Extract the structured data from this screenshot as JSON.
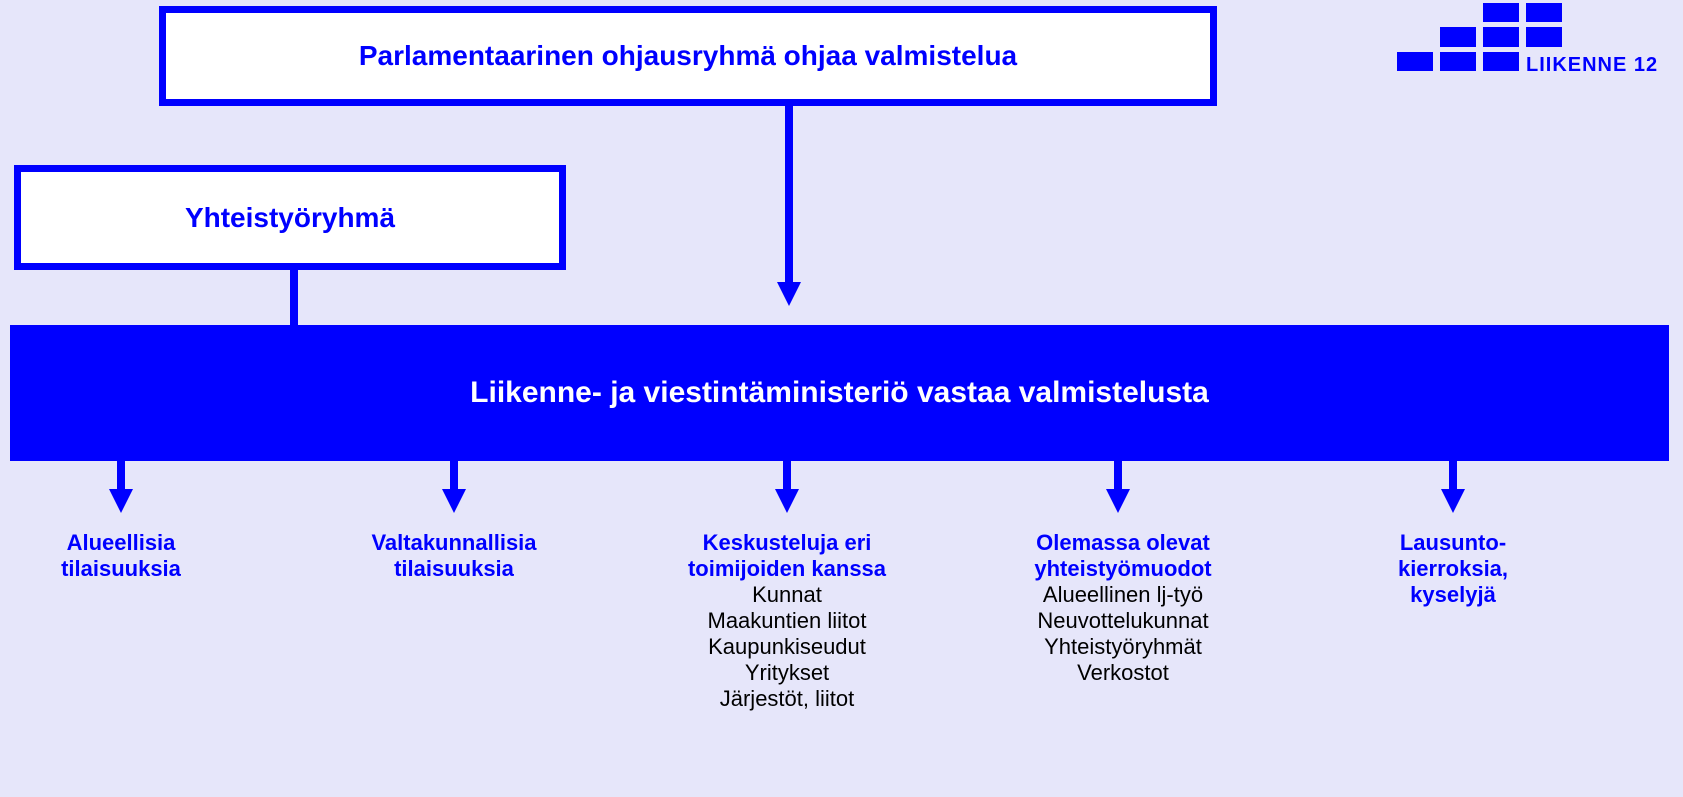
{
  "top_box": {
    "text": "Parlamentaarinen ohjausryhmä ohjaa valmistelua"
  },
  "coop_box": {
    "text": "Yhteistyöryhmä"
  },
  "ministry_box": {
    "text": "Liikenne- ja viestintäministeriö vastaa valmistelusta"
  },
  "logo": {
    "text": "LIIKENNE 12"
  },
  "columns": [
    {
      "head": [
        "Alueellisia",
        "tilaisuuksia"
      ],
      "items": []
    },
    {
      "head": [
        "Valtakunnallisia",
        "tilaisuuksia"
      ],
      "items": []
    },
    {
      "head": [
        "Keskusteluja eri",
        "toimijoiden kanssa"
      ],
      "items": [
        "Kunnat",
        "Maakuntien liitot",
        "Kaupunkiseudut",
        "Yritykset",
        "Järjestöt, liitot"
      ]
    },
    {
      "head": [
        "Olemassa olevat",
        "yhteistyömuodot"
      ],
      "items": [
        "Alueellinen lj-työ",
        "Neuvottelukunnat",
        "Yhteistyöryhmät",
        "Verkostot"
      ]
    },
    {
      "head": [
        "Lausunto-",
        "kierroksia,",
        "kyselyjä"
      ],
      "items": []
    }
  ],
  "colors": {
    "accent": "#0000ff",
    "background": "#e6e6fa"
  }
}
